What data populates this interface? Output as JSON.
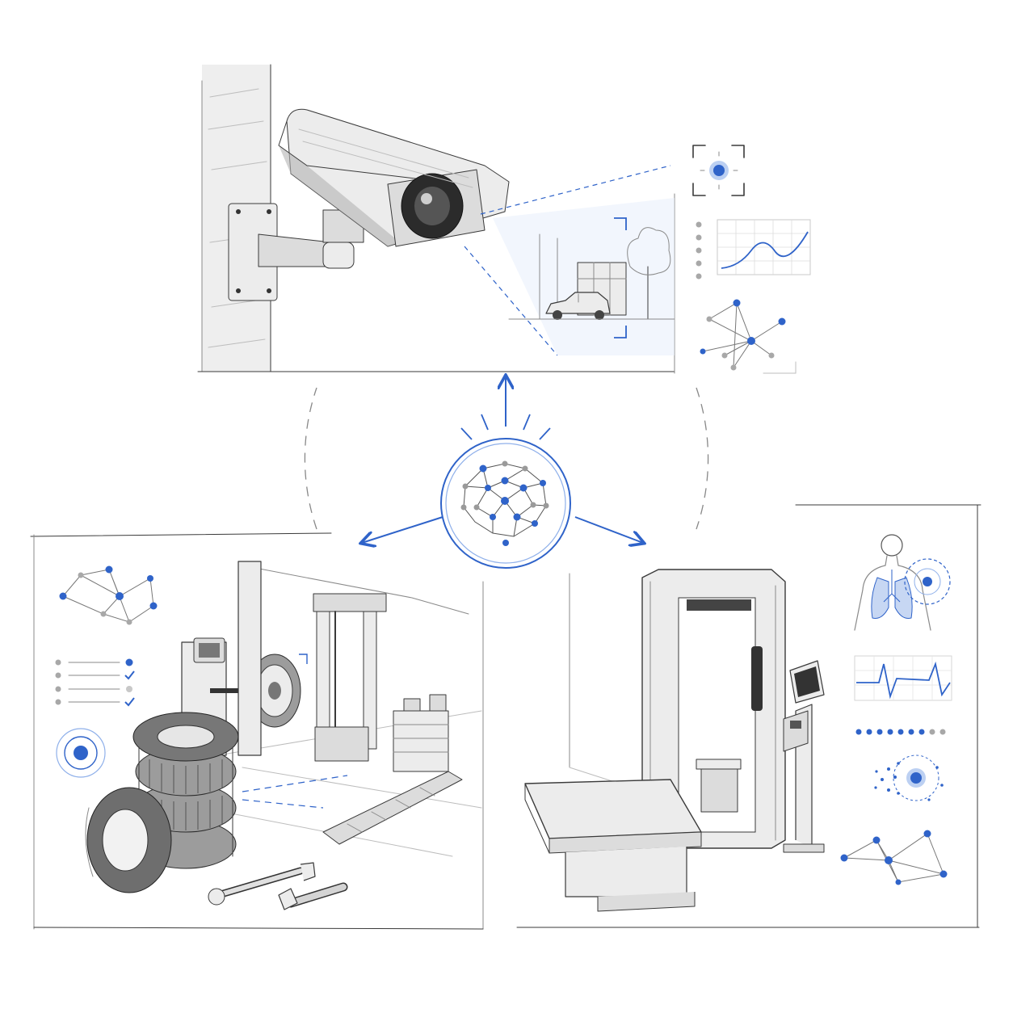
{
  "colors": {
    "accent": "#2f63c9",
    "accent_light": "#8fb0ea",
    "pencil": "#3a3a3a",
    "pencil_light": "#8a8a8a",
    "node_gray": "#a8a8a8",
    "paper": "#ffffff"
  },
  "scenes": [
    {
      "id": "surveillance",
      "icons": [
        "security-camera-icon",
        "focus-target-icon",
        "line-graph-icon",
        "network-graph-icon"
      ]
    },
    {
      "id": "automotive",
      "icons": [
        "tire-stack-icon",
        "wheel-balancer-icon",
        "car-lift-icon",
        "wrench-icon",
        "checklist-icon",
        "radar-target-icon",
        "network-graph-icon"
      ]
    },
    {
      "id": "medical",
      "icons": [
        "body-scanner-icon",
        "exam-bed-icon",
        "kiosk-icon",
        "lungs-scan-icon",
        "heartbeat-icon",
        "progress-dots-icon",
        "particle-cluster-icon",
        "network-graph-icon"
      ]
    }
  ],
  "hub": {
    "icon": "neural-brain-icon"
  },
  "text": {}
}
